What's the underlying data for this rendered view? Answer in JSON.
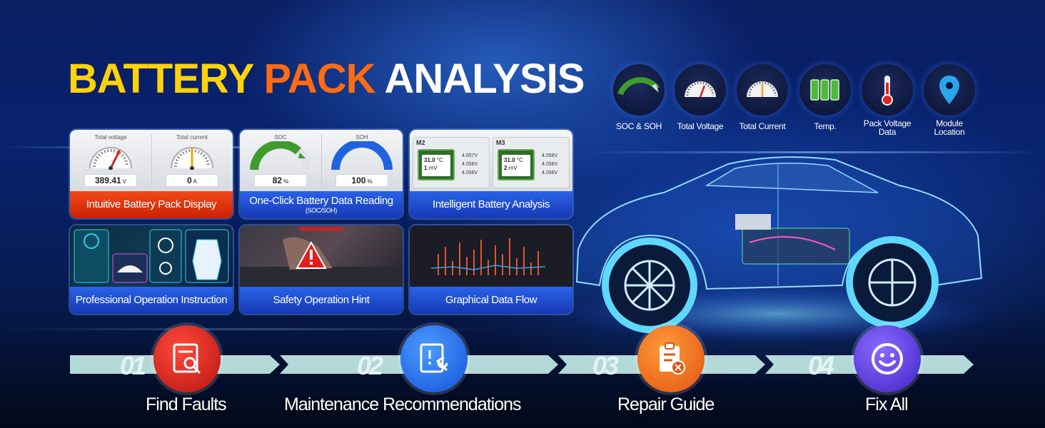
{
  "title": {
    "part1": "BATTERY",
    "part2": "PACK",
    "part3": "ANALYSIS"
  },
  "tiles": [
    {
      "caption": "Intuitive Battery Pack Display",
      "left_label": "Total voltage",
      "left_value": "389.41",
      "left_unit": "V",
      "right_label": "Total current",
      "right_value": "0",
      "right_unit": "A"
    },
    {
      "caption": "One-Click Battery Data Reading",
      "subcaption": "(SOC/SOH)",
      "left_label": "SOC",
      "left_value": "82",
      "left_unit": "%",
      "right_label": "SOH",
      "right_value": "100",
      "right_unit": "%"
    },
    {
      "caption": "Intelligent Battery Analysis",
      "modules": [
        {
          "name": "M2",
          "temp": "31.0",
          "temp_unit": "°C",
          "idx": "1",
          "idx_unit": "mV",
          "voltages": [
            "4.057V",
            "4.056V",
            "4.056V"
          ]
        },
        {
          "name": "M3",
          "temp": "31.0",
          "temp_unit": "°C",
          "idx": "2",
          "idx_unit": "mV",
          "voltages": [
            "4.058V",
            "4.056V",
            "4.056V"
          ]
        }
      ]
    },
    {
      "caption": "Professional Operation Instruction"
    },
    {
      "caption": "Safety Operation Hint"
    },
    {
      "caption": "Graphical Data Flow"
    }
  ],
  "features": [
    {
      "label": "SOC & SOH",
      "icon": "soc-soh-gauge-icon"
    },
    {
      "label": "Total Voltage",
      "icon": "voltage-gauge-icon"
    },
    {
      "label": "Total Current",
      "icon": "current-gauge-icon"
    },
    {
      "label": "Temp.",
      "icon": "battery-cells-icon"
    },
    {
      "label1": "Pack Voltage",
      "label2": "Data",
      "icon": "thermometer-icon"
    },
    {
      "label1": "Module",
      "label2": "Location",
      "icon": "location-pin-icon"
    }
  ],
  "steps": [
    {
      "num": "01",
      "label": "Find Faults",
      "icon": "document-search-icon",
      "color": "#d9251c"
    },
    {
      "num": "02",
      "label": "Maintenance Recommendations",
      "icon": "wrench-alert-icon",
      "color": "#1e6bf0"
    },
    {
      "num": "03",
      "label": "Repair Guide",
      "icon": "clipboard-tools-icon",
      "color": "#f06a12"
    },
    {
      "num": "04",
      "label": "Fix All",
      "icon": "smiley-icon",
      "color": "#5b3fe0"
    }
  ]
}
